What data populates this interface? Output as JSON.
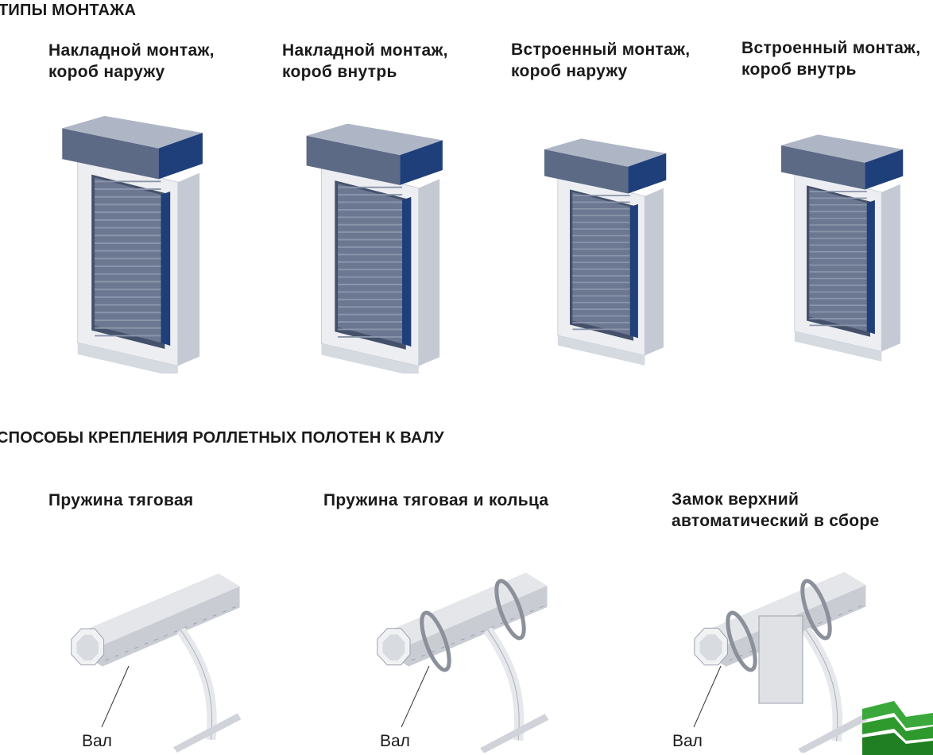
{
  "section_mounting": {
    "title": "ТИПЫ МОНТАЖА",
    "items": [
      {
        "line1": "Накладной монтаж,",
        "line2": "короб наружу"
      },
      {
        "line1": "Накладной монтаж,",
        "line2": "короб внутрь"
      },
      {
        "line1": "Встроенный монтаж,",
        "line2": "короб наружу"
      },
      {
        "line1": "Встроенный монтаж,",
        "line2": "короб внутрь"
      }
    ]
  },
  "section_fastening": {
    "title": "СПОСОБЫ КРЕПЛЕНИЯ РОЛЛЕТНЫХ ПОЛОТЕН К ВАЛУ",
    "items": [
      {
        "line1": "Пружина тяговая",
        "line2": "",
        "shaft_label": "Вал"
      },
      {
        "line1": "Пружина тяговая и кольца",
        "line2": "",
        "shaft_label": "Вал"
      },
      {
        "line1": "Замок верхний",
        "line2": "автоматический в сборе",
        "shaft_label": "Вал"
      }
    ]
  },
  "colors": {
    "shutter": "#6c7891",
    "box_side": "#1f3f7a",
    "frame": "#e9eaef",
    "logo": "#2e9a2e"
  }
}
